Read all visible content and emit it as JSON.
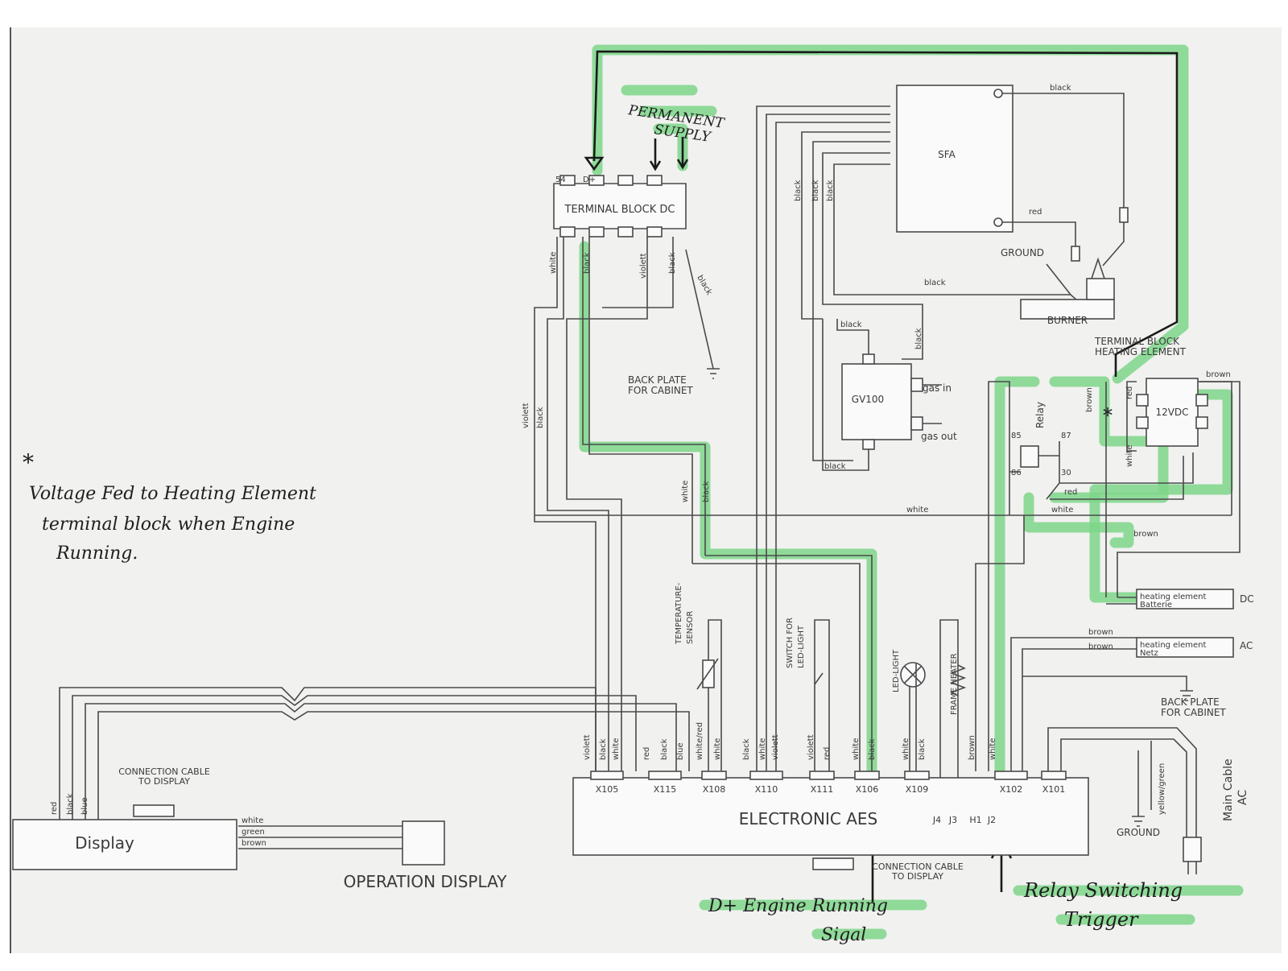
{
  "colors": {
    "paper": "#f1f1f0",
    "line": "#4a4a4a",
    "highlight": "#7ed68a",
    "ink": "#1a1a1a"
  },
  "components": {
    "terminal_block_dc": "TERMINAL  BLOCK  DC",
    "sfa": "SFA",
    "burner": "BURNER",
    "ground": "GROUND",
    "gv100": "GV100",
    "gas_in": "gas in",
    "gas_out": "gas out",
    "back_plate_1": "BACK PLATE",
    "back_plate_1b": "FOR CABINET",
    "back_plate_2": "BACK PLATE",
    "back_plate_2b": "FOR CABINET",
    "terminal_block_heating": "TERMINAL BLOCK",
    "terminal_block_heating_b": "HEATING ELEMENT",
    "relay": "Relay",
    "relay_pins": [
      "85",
      "87",
      "86",
      "30"
    ],
    "v12": "12VDC",
    "heating_battery_a": "heating element",
    "heating_battery_b": "Batterie",
    "dc": "DC",
    "heating_netz_a": "heating element",
    "heating_netz_b": "Netz",
    "ac": "AC",
    "temp_sensor_a": "TEMPERATURE-",
    "temp_sensor_b": "SENSOR",
    "switch_led_a": "SWITCH FOR",
    "switch_led_b": "LED-LIGHT",
    "led_light": "LED-LIGHT",
    "frame_heater": "FRAME HEATER",
    "electronic": "ELECTRONIC AES",
    "display": "Display",
    "operation_display": "OPERATION DISPLAY",
    "conn_cable_a": "CONNECTION CABLE",
    "conn_cable_b": "TO DISPLAY",
    "conn_cable2_a": "CONNECTION CABLE",
    "conn_cable2_b": "TO DISPLAY",
    "main_cable_a": "Main Cable",
    "main_cable_b": "AC",
    "ground_bottom": "GROUND",
    "yellow_green": "yellow/green",
    "terminal_marks": [
      "54",
      "D+"
    ]
  },
  "connectors": [
    "X105",
    "X115",
    "X108",
    "X110",
    "X111",
    "X106",
    "X109",
    "J4",
    "J3",
    "H1",
    "J2",
    "X102",
    "X101"
  ],
  "wires": {
    "tb_pins": [
      "white",
      "black",
      "violett",
      "black",
      "black"
    ],
    "x105": [
      "violett",
      "black",
      "white"
    ],
    "x115": [
      "red",
      "black",
      "blue"
    ],
    "x108": [
      "white/red",
      "white"
    ],
    "x110": [
      "black",
      "white",
      "violett"
    ],
    "x111": [
      "violett",
      "red"
    ],
    "x106": [
      "white",
      "black"
    ],
    "x109": [
      "white",
      "black"
    ],
    "h1_j2": [
      "brown",
      "white"
    ],
    "display_in": [
      "red",
      "black",
      "blue"
    ],
    "display_out": [
      "white",
      "green",
      "brown"
    ],
    "left_trunk": [
      "violett",
      "black"
    ],
    "mid_trunk": [
      "white",
      "black"
    ],
    "sfa_group": [
      "black",
      "black",
      "black"
    ],
    "sfa_black": "black",
    "sfa_red": "red",
    "burner_black": "black",
    "gv_black_top": "black",
    "gv_black_side": "black",
    "gv_black_bottom": "black",
    "white_bus": "white",
    "relay_white": "white",
    "relay_red": "red",
    "brown_right": "brown",
    "brown_bus": "brown",
    "ac_brown_1": "brown",
    "ac_brown_2": "brown",
    "terminal_red": "red",
    "terminal_brown": "brown",
    "terminal_white": "white"
  },
  "annotations": {
    "permanent_1": "PERMANENT",
    "permanent_2": "SUPPLY",
    "star": "*",
    "note_star": "*",
    "note_1": "Voltage  Fed   to  Heating Element",
    "note_2": "terminal  block  when  Engine",
    "note_3": "Running.",
    "d_plus_1": "D+  Engine Running",
    "d_plus_2": "Sigal",
    "relay_trigger_1": "Relay  Switching",
    "relay_trigger_2": "Trigger"
  }
}
